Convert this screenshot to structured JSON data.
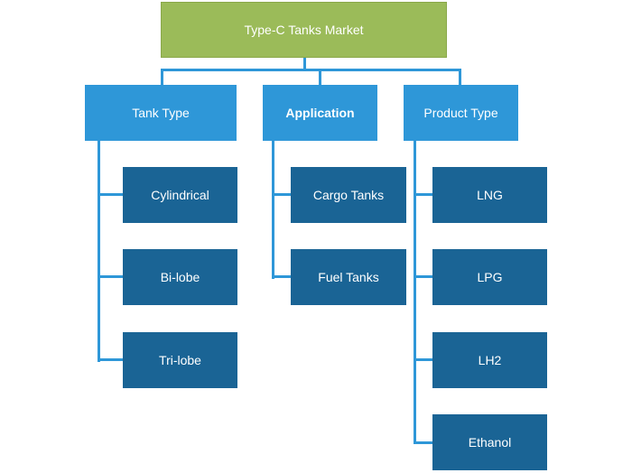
{
  "root": {
    "label": "Type-C Tanks Market"
  },
  "categories": [
    {
      "label": "Tank Type",
      "items": [
        "Cylindrical",
        "Bi-lobe",
        "Tri-lobe"
      ]
    },
    {
      "label": "Application",
      "items": [
        "Cargo Tanks",
        "Fuel Tanks"
      ]
    },
    {
      "label": "Product Type",
      "items": [
        "LNG",
        "LPG",
        "LH2",
        "Ethanol"
      ]
    }
  ],
  "colors": {
    "root": "#9bbb59",
    "category": "#2e97d8",
    "item": "#1a6495",
    "connector": "#2e97d8"
  }
}
